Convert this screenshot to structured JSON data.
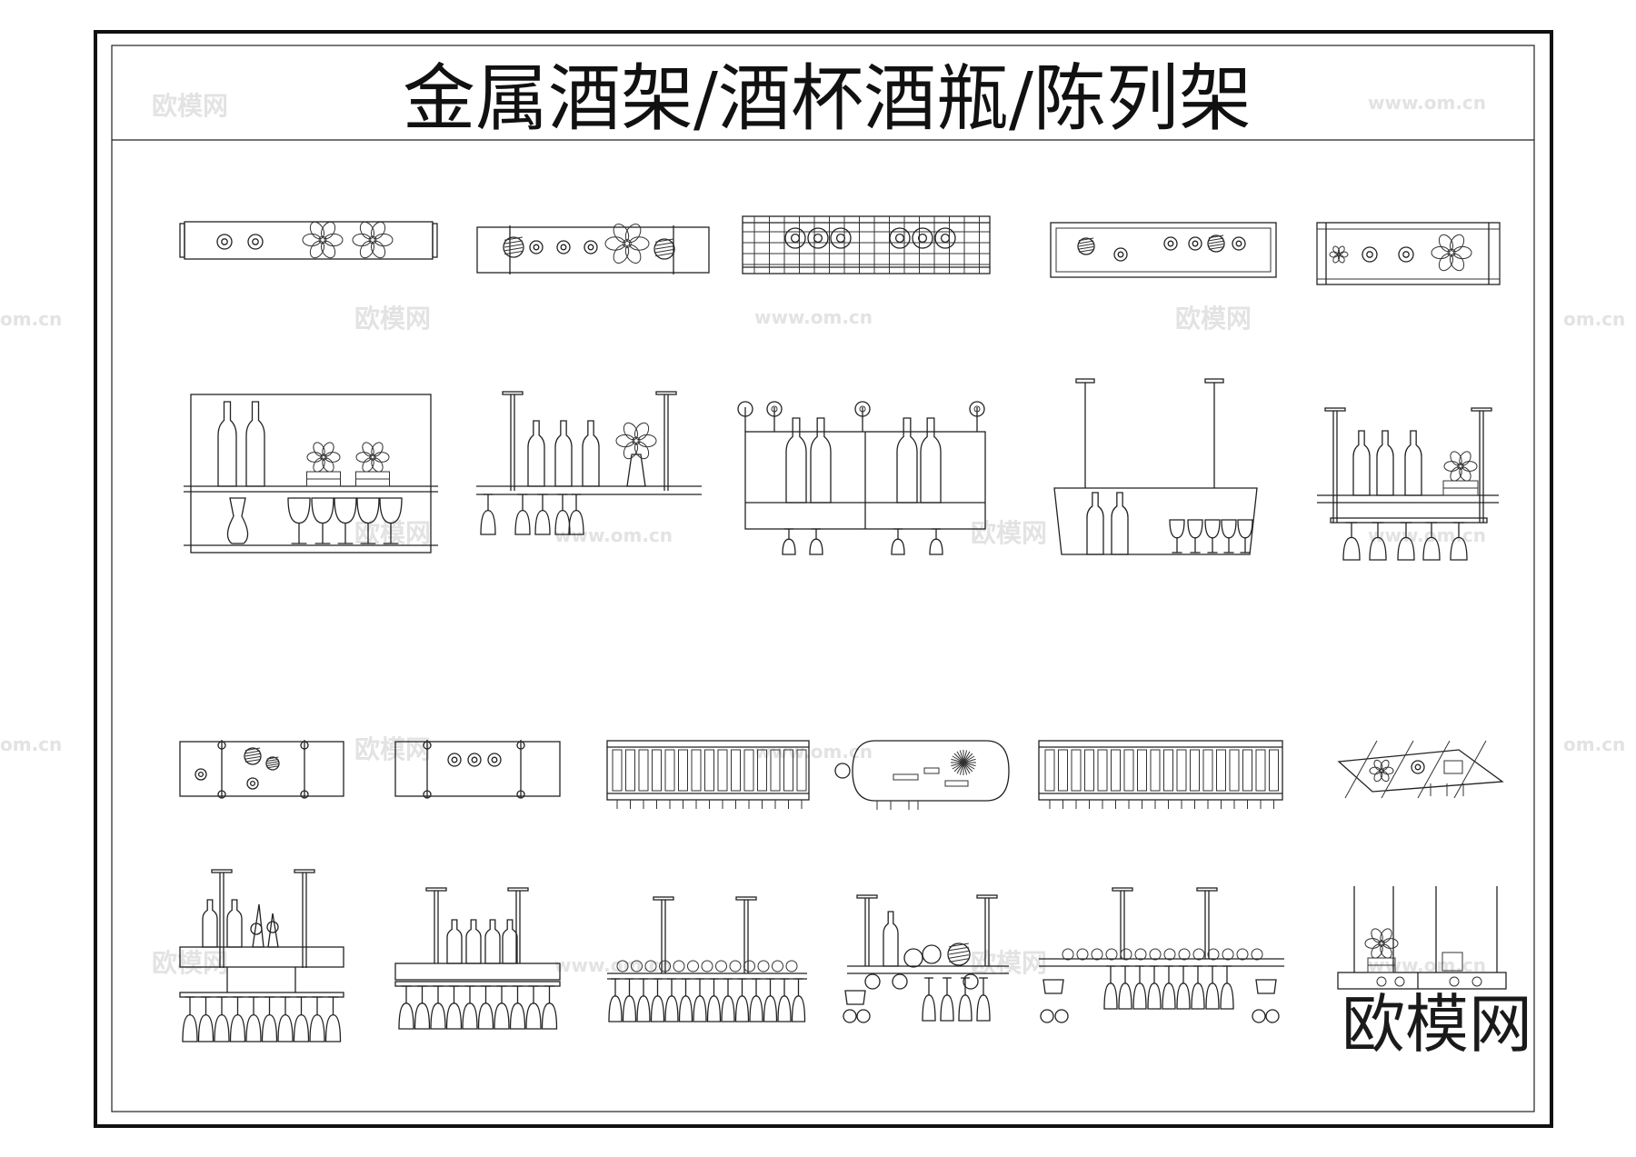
{
  "sheet": {
    "title": "金属酒架/酒杯酒瓶/陈列架"
  },
  "watermark": {
    "brand_cn": "欧模网",
    "url": "www.om.cn",
    "url_short": "om.cn"
  },
  "logo": {
    "text": "欧模网"
  },
  "drawings": {
    "row1": [
      "top-view-rack-1",
      "top-view-rack-2",
      "top-view-rack-3",
      "top-view-rack-4",
      "top-view-rack-5"
    ],
    "row2": [
      "elevation-shelf-1",
      "elevation-hanging-2",
      "elevation-frame-3",
      "elevation-hanging-4",
      "elevation-hanging-5"
    ],
    "row3": [
      "top-view-rack-6",
      "top-view-rack-7",
      "top-view-rack-8",
      "top-view-rack-9",
      "top-view-rack-10",
      "top-view-rack-11"
    ],
    "row4": [
      "elevation-hanging-6",
      "elevation-hanging-7",
      "elevation-hanging-8",
      "elevation-hanging-9",
      "elevation-hanging-10",
      "elevation-hanging-11"
    ]
  }
}
